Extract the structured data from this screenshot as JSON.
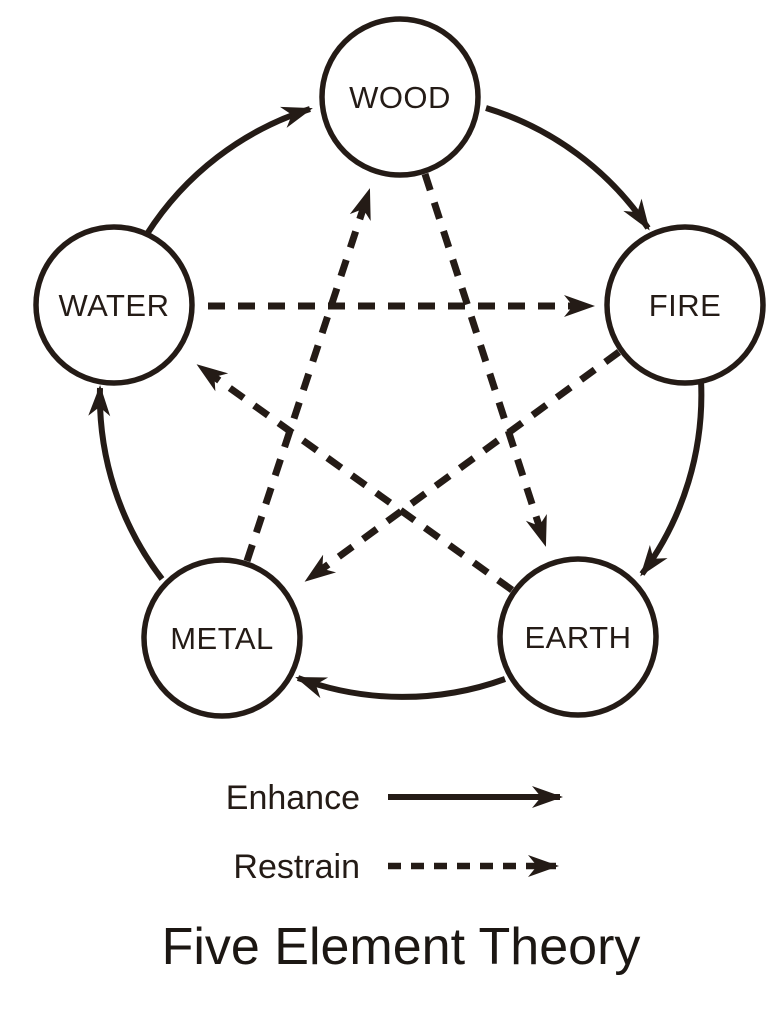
{
  "title": "Five Element Theory",
  "diagram": {
    "nodes": [
      {
        "id": "wood",
        "label": "WOOD"
      },
      {
        "id": "fire",
        "label": "FIRE"
      },
      {
        "id": "earth",
        "label": "EARTH"
      },
      {
        "id": "metal",
        "label": "METAL"
      },
      {
        "id": "water",
        "label": "WATER"
      }
    ],
    "relations": {
      "enhance": [
        "WATER→WOOD",
        "WOOD→FIRE",
        "FIRE→EARTH",
        "EARTH→METAL",
        "METAL→WATER"
      ],
      "restrain": [
        "WATER→FIRE",
        "WOOD→EARTH",
        "FIRE→METAL",
        "EARTH→WATER",
        "METAL→WOOD"
      ]
    }
  },
  "legend": {
    "items": [
      {
        "label": "Enhance",
        "line_style": "solid"
      },
      {
        "label": "Restrain",
        "line_style": "dashed"
      }
    ]
  },
  "colors": {
    "ink": "#241b16",
    "background": "#ffffff"
  }
}
